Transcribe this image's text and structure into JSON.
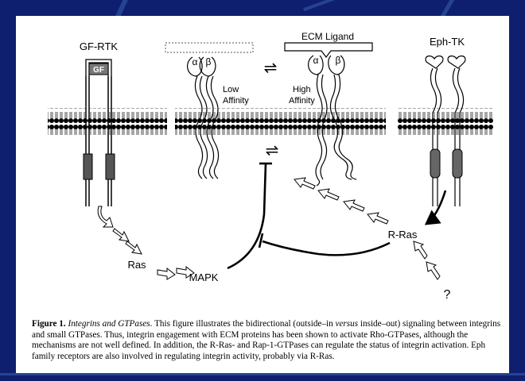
{
  "diagram": {
    "labels": {
      "gf_rtk": "GF-RTK",
      "gf": "GF",
      "alpha": "α",
      "beta": "β",
      "low": "Low",
      "affinity_low": "Affinity",
      "ecm_ligand": "ECM Ligand",
      "high": "High",
      "affinity_high": "Affinity",
      "eph_tk": "Eph-TK",
      "ras": "Ras",
      "mapk": "MAPK",
      "r_ras": "R-Ras",
      "question": "?",
      "equilibrium": "⇌"
    }
  },
  "caption": {
    "lead": "Figure 1.",
    "title": "Integrins and GTPases",
    "part1": ". This figure illustrates the bidirectional (outside–in ",
    "versus": "versus",
    "part2": " inside–out) signaling between integrins and small GTPases. Thus, integrin engagement with ECM proteins has been shown to activate Rho-GTPases, although the mechanisms are not well defined. In addition, the R-Ras- and Rap-1-GTPases can regulate the status of integrin activation. Eph family receptors are also involved in regulating integrin activity, probably via R-Ras."
  }
}
